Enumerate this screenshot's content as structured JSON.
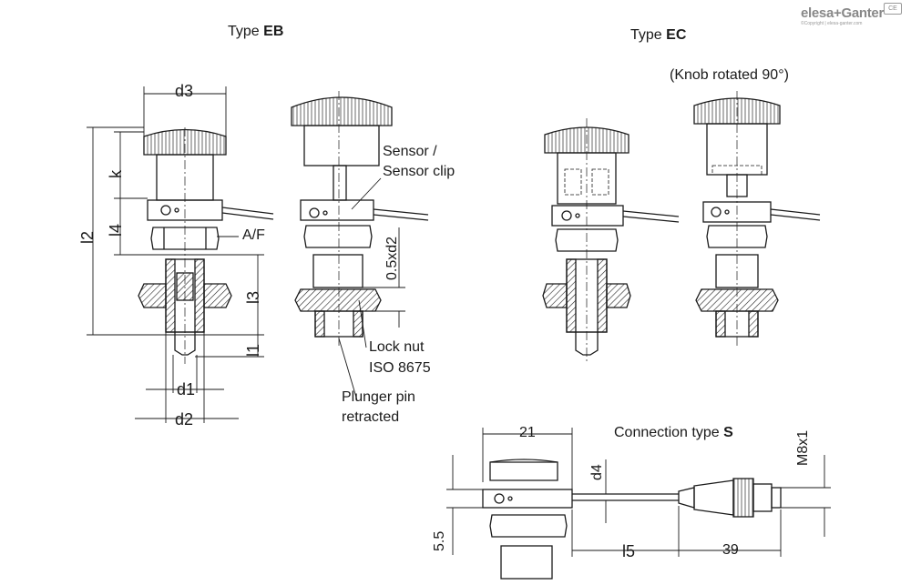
{
  "brand": {
    "name": "elesa+Ganter",
    "copyright": "©Copyright | elesa-ganter.com",
    "badge": "CE"
  },
  "titles": {
    "type_eb_prefix": "Type ",
    "type_eb_code": "EB",
    "type_ec_prefix": "Type ",
    "type_ec_code": "EC",
    "knob_note": "(Knob rotated 90°)",
    "connection_prefix": "Connection type ",
    "connection_code": "S"
  },
  "dims": {
    "d3": "d3",
    "k": "k",
    "l2": "l2",
    "l4": "l4",
    "af": "A/F",
    "l3": "l3",
    "l1": "l1",
    "d1": "d1",
    "d2": "d2",
    "half_d2": "0.5xd2",
    "d4": "d4",
    "l5": "l5",
    "w21": "21",
    "w39": "39",
    "h55": "5.5",
    "m8": "M8x1"
  },
  "callouts": {
    "sensor_1": "Sensor /",
    "sensor_2": "Sensor clip",
    "locknut_1": "Lock nut",
    "locknut_2": "ISO 8675",
    "plunger_1": "Plunger pin",
    "plunger_2": "retracted"
  }
}
